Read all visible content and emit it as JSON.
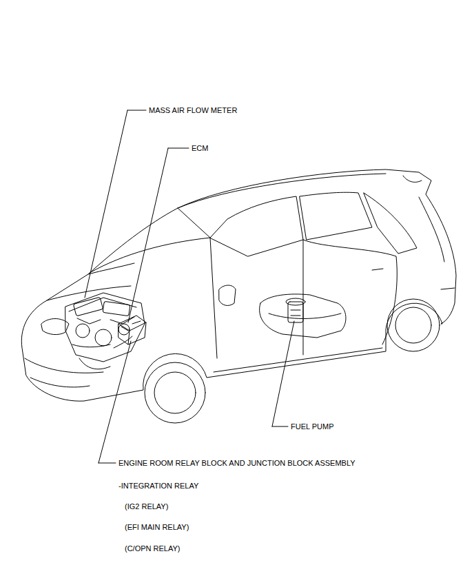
{
  "diagram": {
    "labels": [
      "MASS AIR FLOW METER",
      "ECM",
      "FUEL PUMP",
      "ENGINE ROOM RELAY BLOCK AND JUNCTION BLOCK ASSEMBLY",
      "-INTEGRATION RELAY",
      "(IG2 RELAY)",
      "(EFI MAIN RELAY)",
      "(C/OPN RELAY)"
    ]
  }
}
